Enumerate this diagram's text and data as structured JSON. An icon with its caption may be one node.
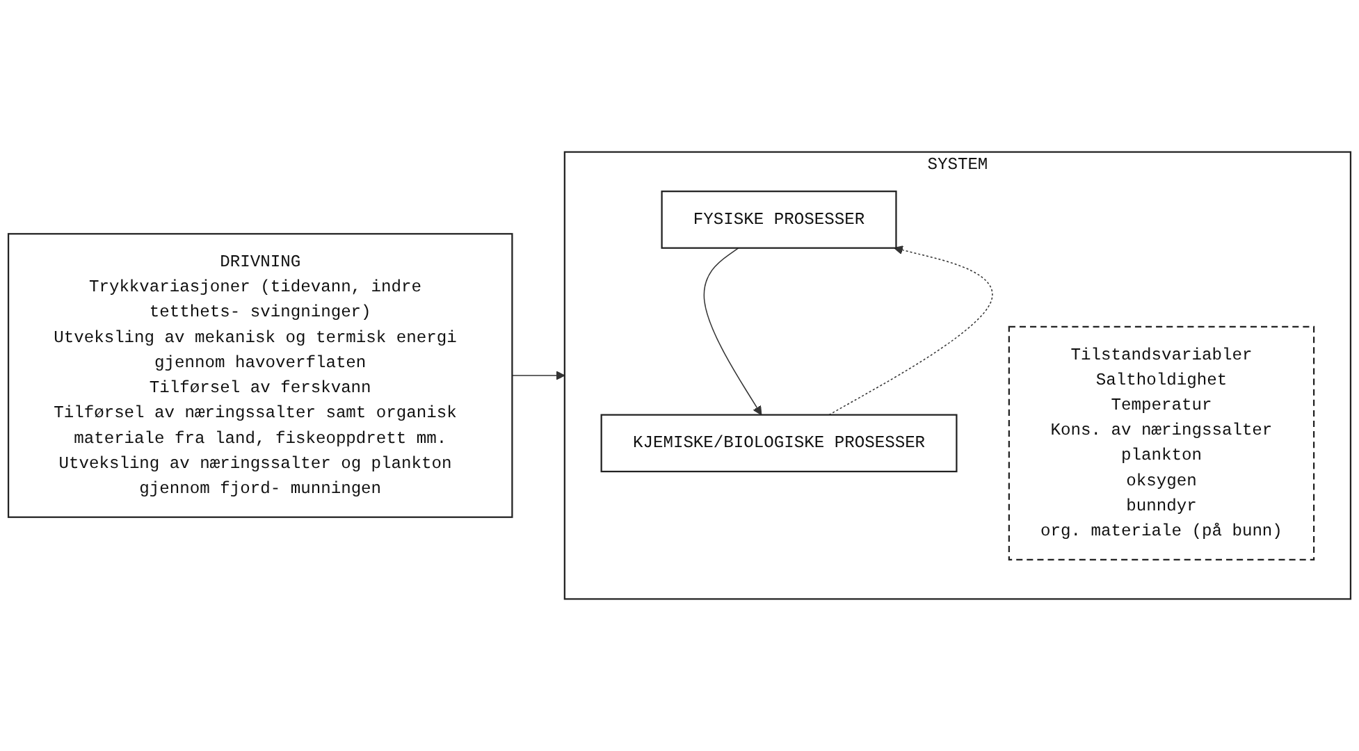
{
  "diagram": {
    "nodes": [
      {
        "text": [
          "DRIVNING",
          "Trykkvariasjoner (tidevann, indre tetthets- svingninger)",
          "Utveksling av mekanisk og termisk energi gjennom havoverflaten",
          "Tilførsel av ferskvann",
          "Tilførsel av næringssalter samt organisk materiale fra land, fiskeoppdrett mm.",
          "Utveksling av næringssalter og plankton gjennom fjord- munningen"
        ]
      },
      {
        "text": [
          "SYSTEM"
        ]
      },
      {
        "text": [
          "FYSISKE PROSESSER"
        ],
        "in": 1
      },
      {
        "text": [
          "KJEMISKE/BIOLOGISKE PROSESSER"
        ],
        "in": 1
      },
      {
        "text": [
          "Tilstandsvariabler",
          "Saltholdighet",
          "Temperatur",
          "Kons. av næringssalter",
          "plankton",
          "oksygen",
          "bunndyr",
          "org. materiale (på bunn)"
        ],
        "in": 1
      }
    ],
    "edges": [
      {
        "from": 0,
        "to": 1,
        "arrow": "to"
      },
      {
        "from": 2,
        "to": 3,
        "arrow": "to"
      },
      {
        "from": 3,
        "to": 2,
        "arrow": "to",
        "style": "dashed"
      }
    ]
  }
}
